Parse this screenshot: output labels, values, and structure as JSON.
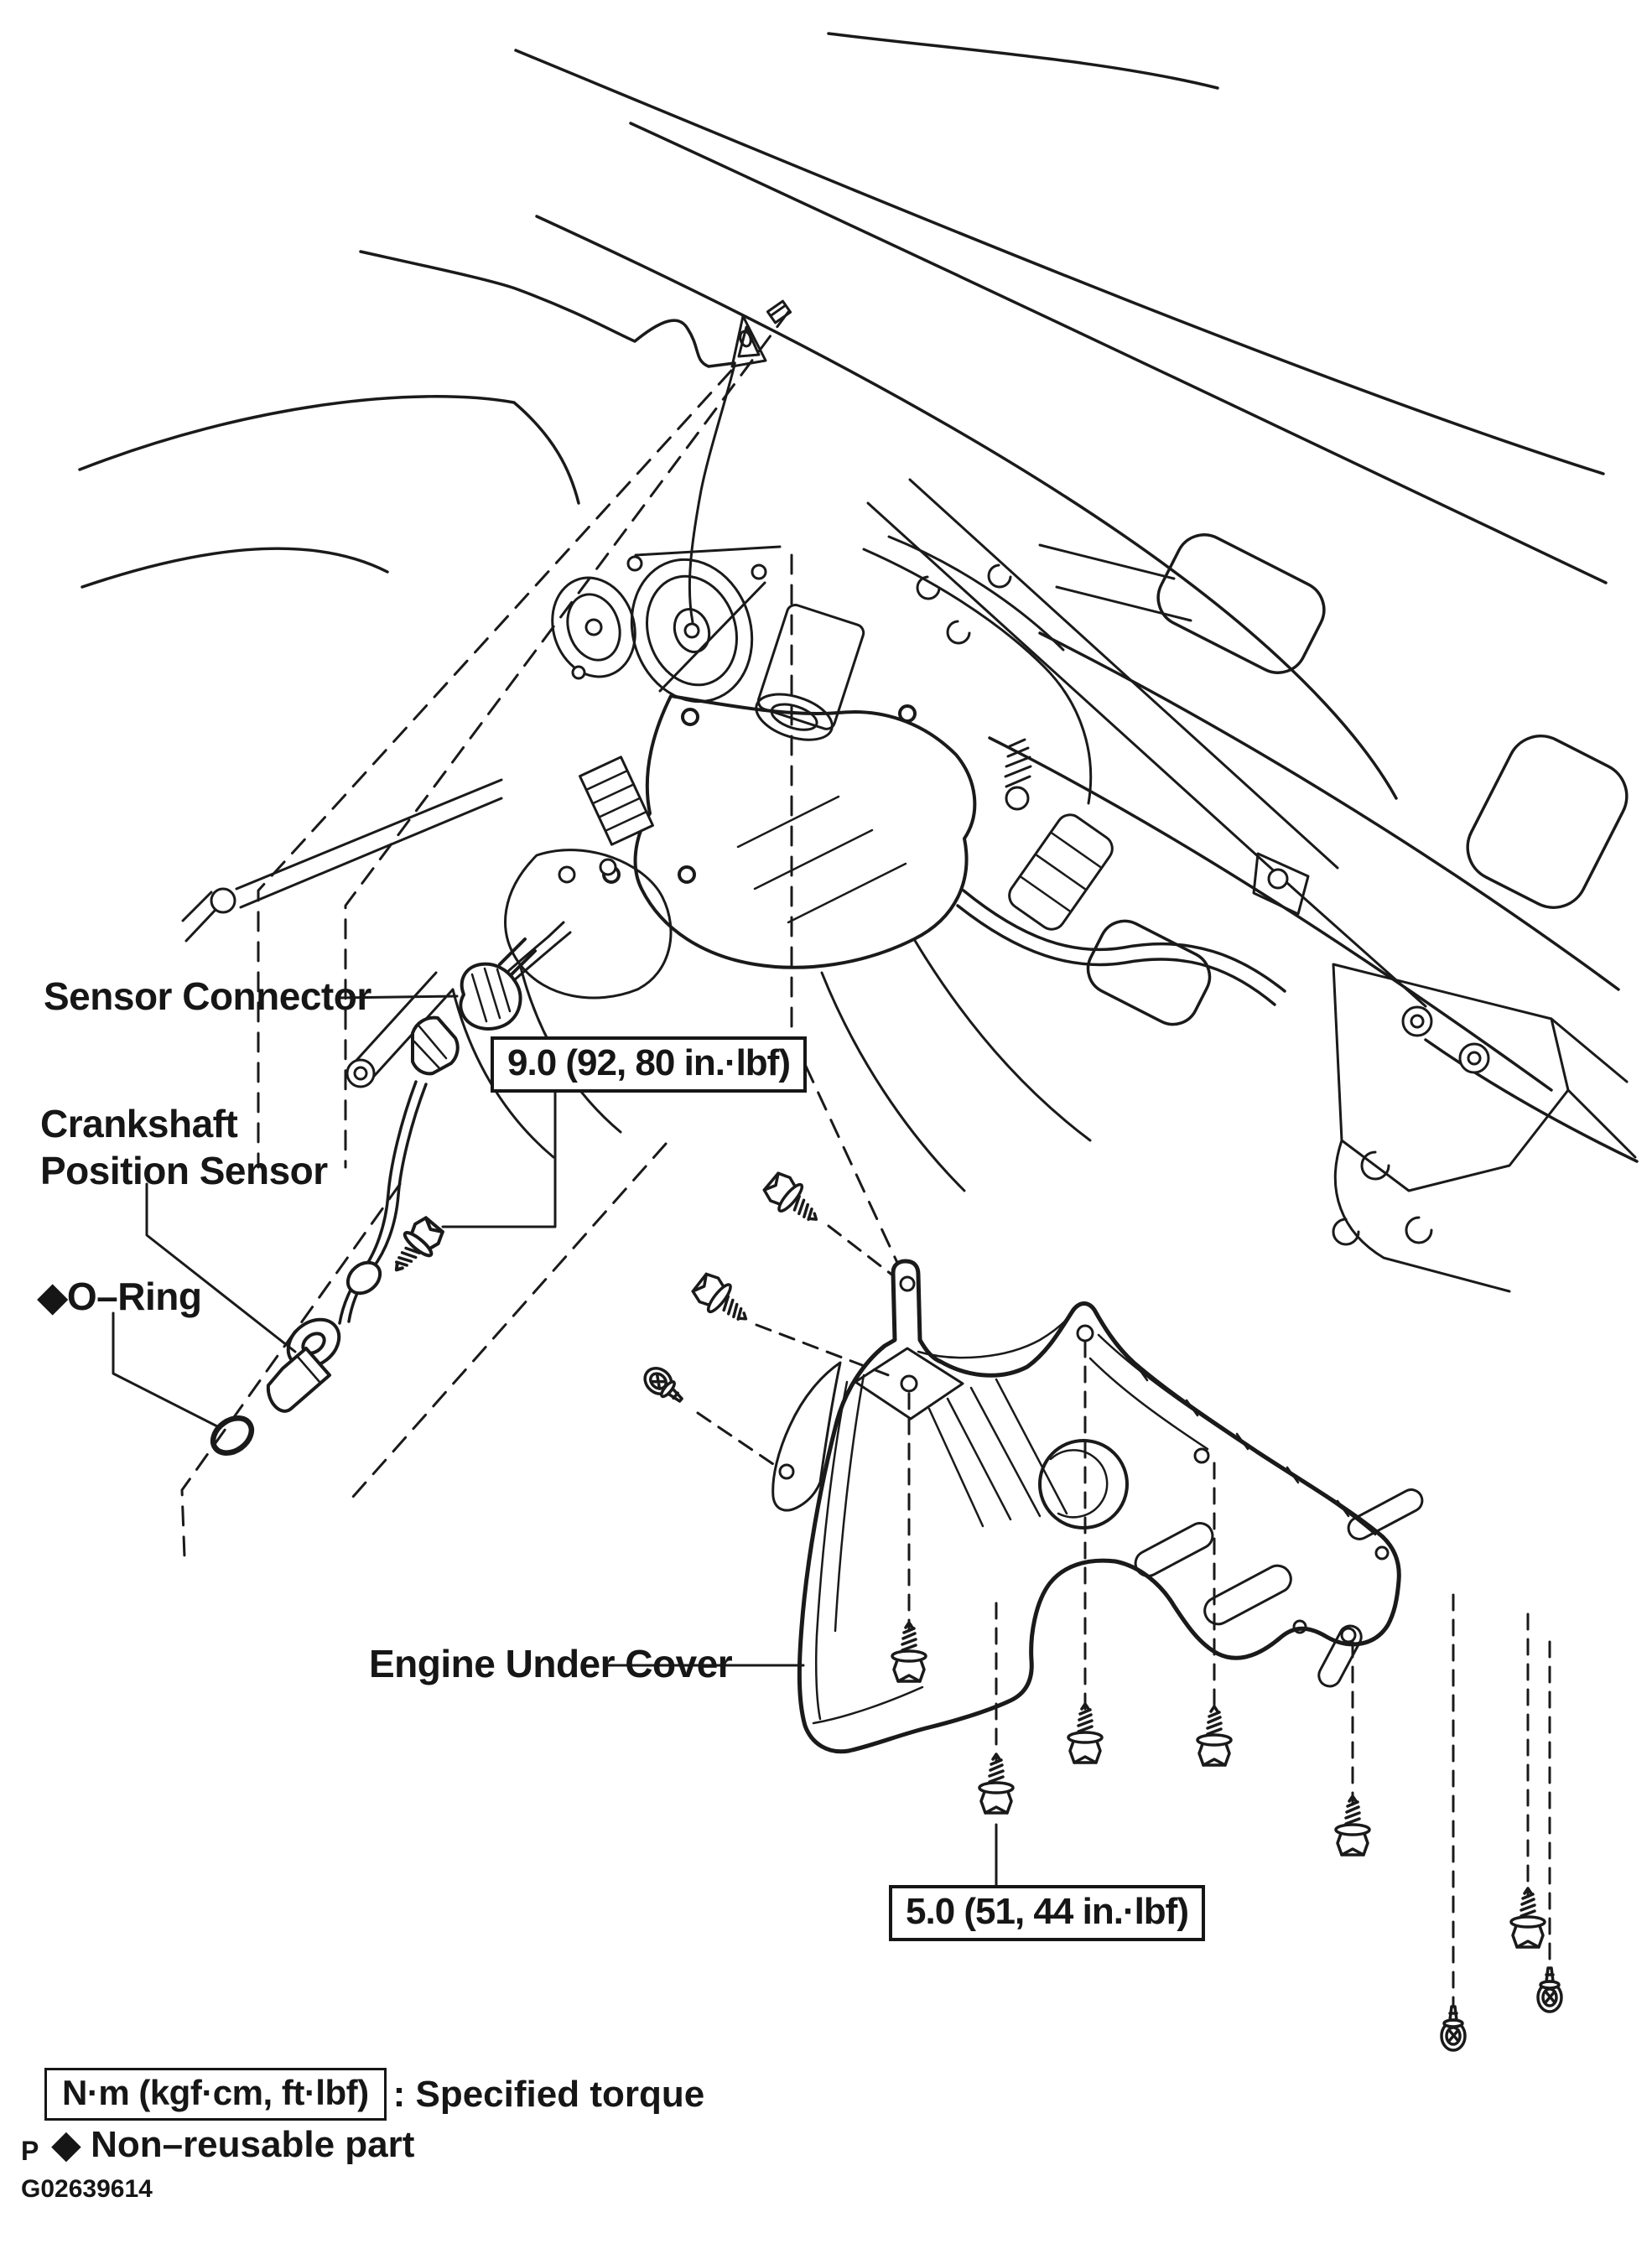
{
  "figure": {
    "code": "G02639614",
    "labels": {
      "sensor_connector": "Sensor Connector",
      "crankshaft_line1": "Crankshaft",
      "crankshaft_line2": "Position Sensor",
      "o_ring": "◆O–Ring",
      "engine_under_cover": "Engine Under Cover"
    },
    "torque_specs": [
      {
        "id": "crankshaft-position-sensor-bolt",
        "value": "9.0 (92, 80 in.·lbf)"
      },
      {
        "id": "engine-under-cover-bolt",
        "value": "5.0 (51, 44 in.·lbf)"
      }
    ],
    "legend": {
      "torque_box": "N·m (kgf·cm, ft·lbf)",
      "torque_desc": ": Specified torque",
      "page_marker": "P",
      "non_reusable": "◆ Non–reusable part"
    },
    "colors": {
      "ink": "#1a1a1a",
      "paper": "#ffffff"
    }
  }
}
